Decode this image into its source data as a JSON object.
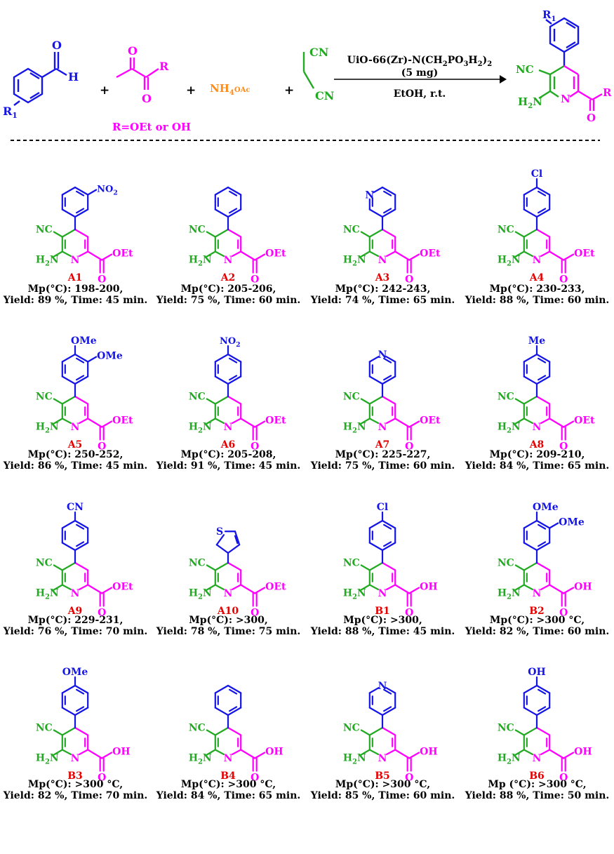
{
  "colors": {
    "aryl": "#1414e6",
    "pyridine": "#22aa22",
    "ester": "#ff00ff",
    "nh4": "#ff8c1a",
    "label": "#e60000",
    "text": "#000000"
  },
  "scheme": {
    "ald_H": "H",
    "ald_O": "O",
    "ald_R1": "R",
    "ald_R1_sub": "1",
    "keto_O1": "O",
    "keto_O2": "O",
    "keto_R": "R",
    "plus": "+",
    "nh4": "NH4OAc",
    "mal_CN1": "CN",
    "mal_CN2": "CN",
    "r_note": "R=OEt or OH",
    "catalyst": "UiO-66(Zr)-N(CH2PO3H2)2",
    "amount": "(5 mg)",
    "conditions": "EtOH, r.t.",
    "prod_R1": "R",
    "prod_R1_sub": "1",
    "prod_R": "R",
    "prod_O": "O"
  },
  "pyr": {
    "NC": "NC",
    "H2N": "H2N",
    "N": "N",
    "O": "O",
    "OEt": "OEt",
    "OH": "OH"
  },
  "compounds": [
    {
      "label": "A1",
      "sub": "NO2",
      "pos": "meta",
      "ring": "benzene",
      "group": "OEt",
      "mp": "Mp(°C): 198-200,",
      "yt": "Yield: 89 %, Time: 45 min."
    },
    {
      "label": "A2",
      "sub": "",
      "pos": "none",
      "ring": "benzene",
      "group": "OEt",
      "mp": "Mp(°C): 205-206,",
      "yt": "Yield: 75 %, Time: 60 min."
    },
    {
      "label": "A3",
      "sub": "N",
      "pos": "meta",
      "ring": "pyridine3",
      "group": "OEt",
      "mp": "Mp(°C): 242-243,",
      "yt": "Yield: 74 %, Time: 65 min."
    },
    {
      "label": "A4",
      "sub": "Cl",
      "pos": "para",
      "ring": "benzene",
      "group": "OEt",
      "mp": "Mp(°C): 230-233,",
      "yt": "Yield: 88 %, Time: 60 min."
    },
    {
      "label": "A5",
      "sub": "OMe",
      "sub2": "OMe",
      "pos": "dimethoxy",
      "ring": "benzene",
      "group": "OEt",
      "mp": "Mp(°C): 250-252,",
      "yt": "Yield: 86 %, Time: 45 min."
    },
    {
      "label": "A6",
      "sub": "NO2",
      "pos": "para",
      "ring": "benzene",
      "group": "OEt",
      "mp": "Mp(°C): 205-208,",
      "yt": "Yield: 91 %, Time: 45 min."
    },
    {
      "label": "A7",
      "sub": "N",
      "pos": "para",
      "ring": "pyridine4",
      "group": "OEt",
      "mp": "Mp(°C): 225-227,",
      "yt": "Yield: 75 %, Time: 60 min."
    },
    {
      "label": "A8",
      "sub": "Me",
      "pos": "para",
      "ring": "benzene",
      "group": "OEt",
      "mp": "Mp(°C): 209-210,",
      "yt": "Yield: 84 %, Time: 65 min."
    },
    {
      "label": "A9",
      "sub": "CN",
      "pos": "para",
      "ring": "benzene",
      "group": "OEt",
      "mp": "Mp(°C): 229-231,",
      "yt": "Yield: 76 %, Time: 70 min."
    },
    {
      "label": "A10",
      "sub": "S",
      "pos": "thiophene",
      "ring": "thiophene",
      "group": "OEt",
      "mp": "Mp(°C): >300,",
      "yt": "Yield: 78 %, Time: 75 min."
    },
    {
      "label": "B1",
      "sub": "Cl",
      "pos": "para",
      "ring": "benzene",
      "group": "OH",
      "mp": "Mp(°C): >300,",
      "yt": "Yield: 88 %, Time: 45 min."
    },
    {
      "label": "B2",
      "sub": "OMe",
      "sub2": "OMe",
      "pos": "dimethoxy",
      "ring": "benzene",
      "group": "OH",
      "mp": "Mp(°C): >300 °C,",
      "yt": "Yield: 82 %, Time: 60 min."
    },
    {
      "label": "B3",
      "sub": "OMe",
      "pos": "para",
      "ring": "benzene",
      "group": "OH",
      "mp": "Mp(°C): >300 °C,",
      "yt": "Yield: 82 %, Time: 70 min."
    },
    {
      "label": "B4",
      "sub": "",
      "pos": "none",
      "ring": "benzene",
      "group": "OH",
      "mp": "Mp(°C): >300 °C,",
      "yt": "Yield: 84 %, Time: 65 min."
    },
    {
      "label": "B5",
      "sub": "N",
      "pos": "para",
      "ring": "pyridine4",
      "group": "OH",
      "mp": "Mp(°C): >300 °C,",
      "yt": "Yield: 85 %, Time: 60 min."
    },
    {
      "label": "B6",
      "sub": "OH",
      "pos": "para",
      "ring": "benzene",
      "group": "OH",
      "mp": "Mp (°C): >300 °C,",
      "yt": "Yield: 88 %, Time: 50 min."
    }
  ]
}
